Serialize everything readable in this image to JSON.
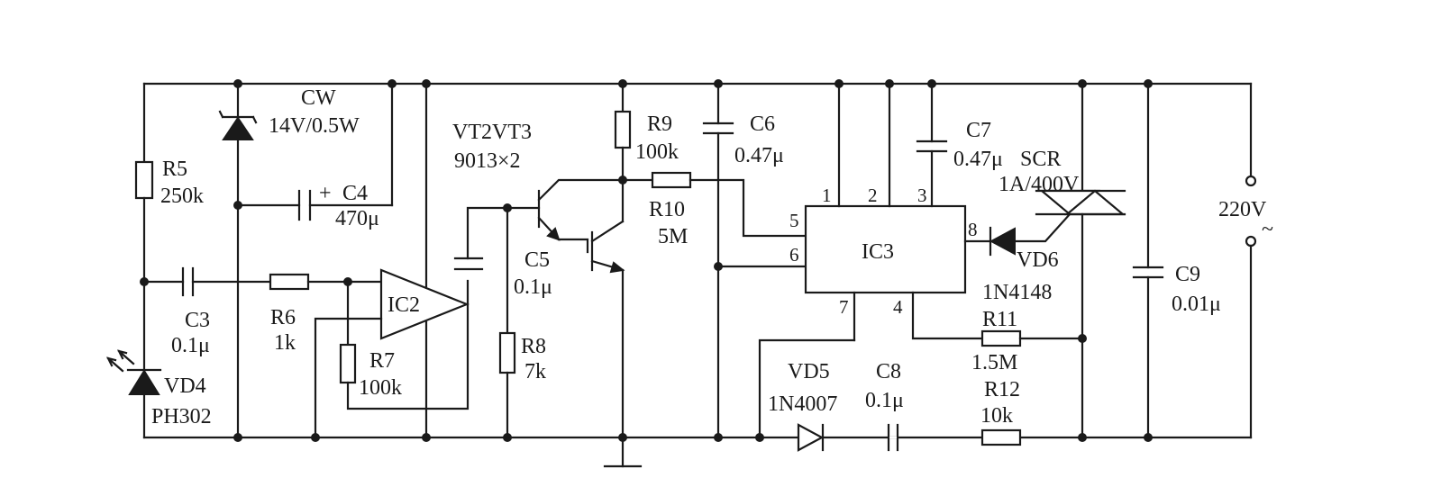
{
  "components": {
    "cw": {
      "name": "CW",
      "value": "14V/0.5W"
    },
    "r5": {
      "name": "R5",
      "value": "250k"
    },
    "c4": {
      "name": "C4",
      "polarity": "+",
      "value": "470μ"
    },
    "c3": {
      "name": "C3",
      "value": "0.1μ"
    },
    "r6": {
      "name": "R6",
      "value": "1k"
    },
    "vd4": {
      "name": "VD4",
      "value": "PH302"
    },
    "r7": {
      "name": "R7",
      "value": "100k"
    },
    "ic2": {
      "name": "IC2"
    },
    "vt": {
      "name": "VT2VT3",
      "value": "9013×2"
    },
    "c5": {
      "name": "C5",
      "value": "0.1μ"
    },
    "r8": {
      "name": "R8",
      "value": "7k"
    },
    "r9": {
      "name": "R9",
      "value": "100k"
    },
    "r10": {
      "name": "R10",
      "value": "5M"
    },
    "c6": {
      "name": "C6",
      "value": "0.47μ"
    },
    "c7": {
      "name": "C7",
      "value": "0.47μ"
    },
    "scr": {
      "name": "SCR",
      "value": "1A/400V"
    },
    "ic3": {
      "name": "IC3",
      "pins": [
        "1",
        "2",
        "3",
        "4",
        "5",
        "6",
        "7",
        "8"
      ]
    },
    "vd6": {
      "name": "VD6",
      "value": "1N4148"
    },
    "r11": {
      "name": "R11",
      "value": "1.5M"
    },
    "vd5": {
      "name": "VD5",
      "value": "1N4007"
    },
    "c8": {
      "name": "C8",
      "value": "0.1μ"
    },
    "r12": {
      "name": "R12",
      "value": "10k"
    },
    "c9": {
      "name": "C9",
      "value": "0.01μ"
    },
    "supply": {
      "voltage": "220V",
      "ac_symbol": "~"
    }
  }
}
